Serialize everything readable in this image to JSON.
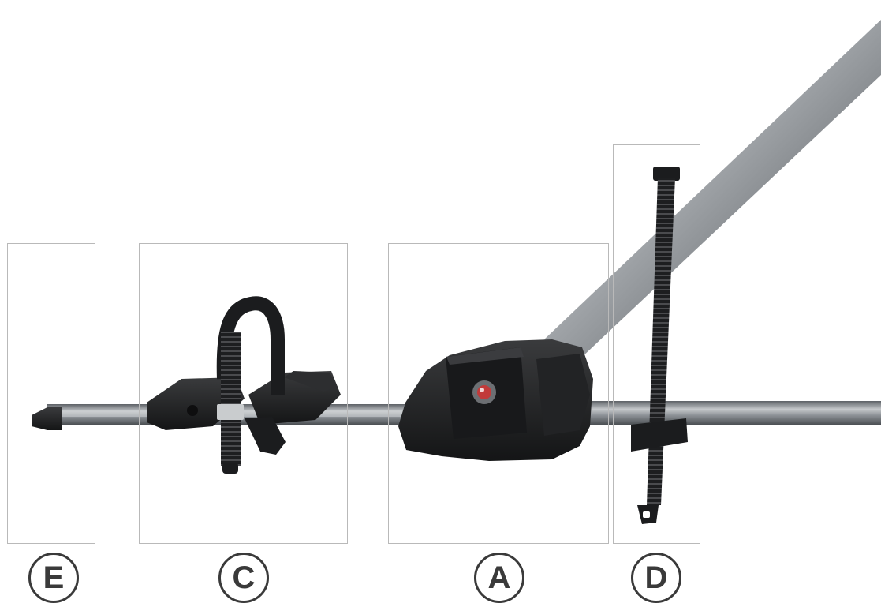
{
  "labels": {
    "e": "E",
    "c": "C",
    "a": "A",
    "d": "D"
  },
  "colors": {
    "label_ring": "#3a3a3a",
    "zone_border": "#b9b9b9",
    "tube": "#8f9499",
    "plastic": "#1f2022"
  }
}
